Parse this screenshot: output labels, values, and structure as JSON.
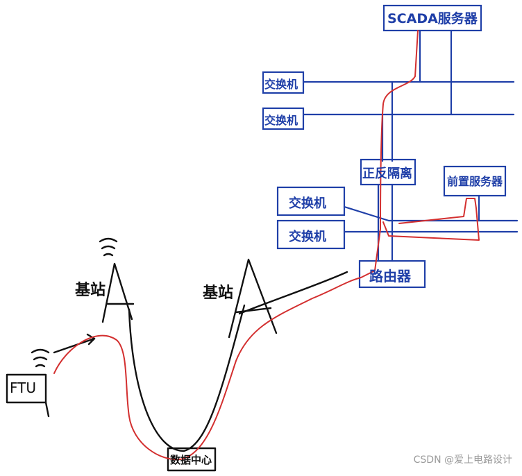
{
  "nodes": {
    "scada": "SCADA服务器",
    "switch_top_1": "交换机",
    "switch_top_2": "交换机",
    "isolation": "正反隔离",
    "frontend": "前置服务器",
    "switch_mid_1": "交换机",
    "switch_mid_2": "交换机",
    "router": "路由器",
    "base_station_left": "基站",
    "base_station_right": "基站",
    "ftu": "FTU",
    "data_center": "数据中心"
  },
  "watermark": "CSDN @爱上电路设计",
  "colors": {
    "network": "#1f3fa8",
    "path": "#d32f2f",
    "ink": "#111111"
  }
}
